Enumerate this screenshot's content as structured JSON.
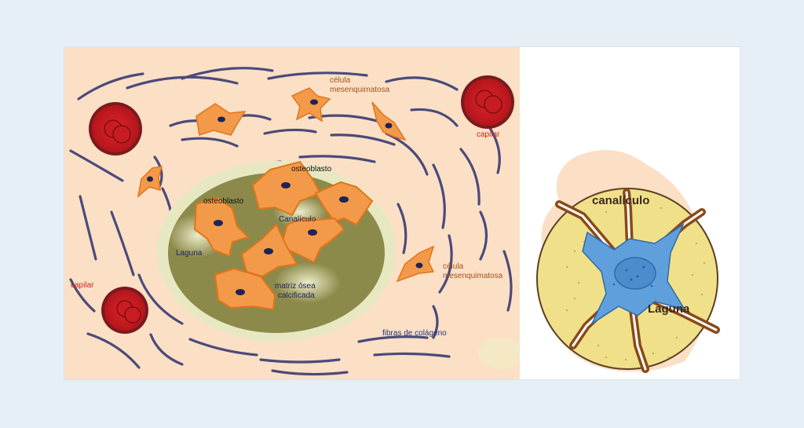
{
  "labels": {
    "celula_mesenquimatosa_top": [
      "célula",
      "mesenquimatosa"
    ],
    "capilar_right": "capilar",
    "osteoblasto_1": "osteoblasto",
    "osteoblasto_2": "osteoblasto",
    "canaliculo_left": "Canalículo",
    "laguna_left": "Laguna",
    "matriz": [
      "matriz ósea",
      "calcificada"
    ],
    "capilar_left": "capilar",
    "celula_mesenquimatosa_right": [
      "célula",
      "mesenquimatosa"
    ],
    "fibras": "fibras de colágeno",
    "canaliculo_right": "canalículo",
    "laguna_right": "Laguna"
  },
  "colors": {
    "connective_tissue": "#fbe0c6",
    "matrix": "#8c8a4a",
    "matrix_halo": "#e7e8c2",
    "cell_fill": "#f39a4a",
    "cell_stroke": "#e0751a",
    "nucleus": "#1f2456",
    "fiber": "#4c4a7a",
    "capillary_outer": "#6e1518",
    "capillary_fill": "#c0181c",
    "label_brown": "#a0521a",
    "label_red": "#c8281e",
    "label_blue": "#223377",
    "bone_yellow": "#f1e08a",
    "osteocyte_blue": "#5fa0dc"
  }
}
